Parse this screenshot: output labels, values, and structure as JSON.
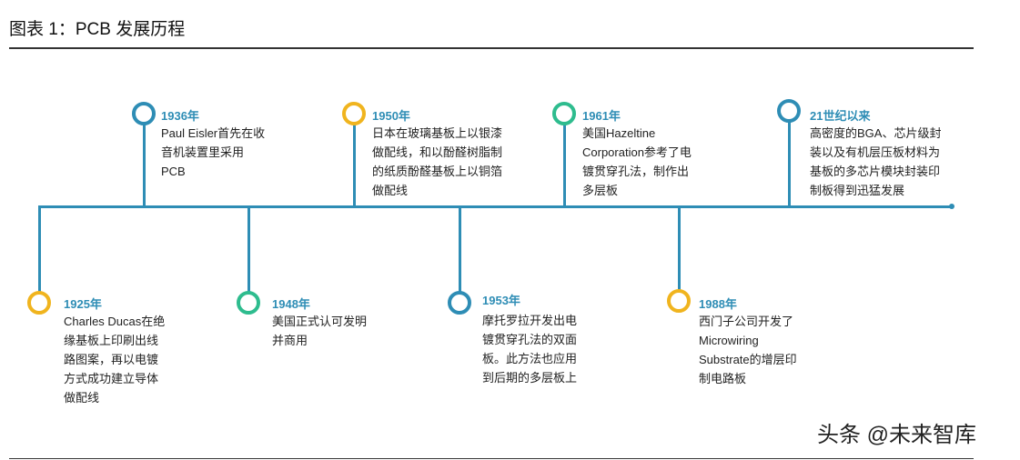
{
  "title": "图表 1：PCB 发展历程",
  "watermark": "头条 @未来智库",
  "events": [
    {
      "year": "1936年",
      "lines": [
        "Paul Eisler首先在收",
        "音机装置里采用",
        "PCB"
      ],
      "ring_color": "teal"
    },
    {
      "year": "1950年",
      "lines": [
        "日本在玻璃基板上以银漆",
        "做配线，和以酚醛树脂制",
        "的纸质酚醛基板上以铜箔",
        "做配线"
      ],
      "ring_color": "yellow"
    },
    {
      "year": "1961年",
      "lines": [
        "美国Hazeltine",
        "Corporation参考了电",
        "镀贯穿孔法，制作出",
        "多层板"
      ],
      "ring_color": "green"
    },
    {
      "year": "21世纪以来",
      "lines": [
        "高密度的BGA、芯片级封",
        "装以及有机层压板材料为",
        "基板的多芯片模块封装印",
        "制板得到迅猛发展"
      ],
      "ring_color": "teal"
    },
    {
      "year": "1925年",
      "lines": [
        "Charles Ducas在绝",
        "缘基板上印刷出线",
        "路图案，再以电镀",
        "方式成功建立导体",
        "做配线"
      ],
      "ring_color": "yellow"
    },
    {
      "year": "1948年",
      "lines": [
        "美国正式认可发明",
        "并商用"
      ],
      "ring_color": "green"
    },
    {
      "year": "1953年",
      "lines": [
        "摩托罗拉开发出电",
        "镀贯穿孔法的双面",
        "板。此方法也应用",
        "到后期的多层板上"
      ],
      "ring_color": "teal"
    },
    {
      "year": "1988年",
      "lines": [
        "西门子公司开发了",
        "Microwiring",
        "Substrate的增层印",
        "制电路板"
      ],
      "ring_color": "yellow"
    }
  ]
}
